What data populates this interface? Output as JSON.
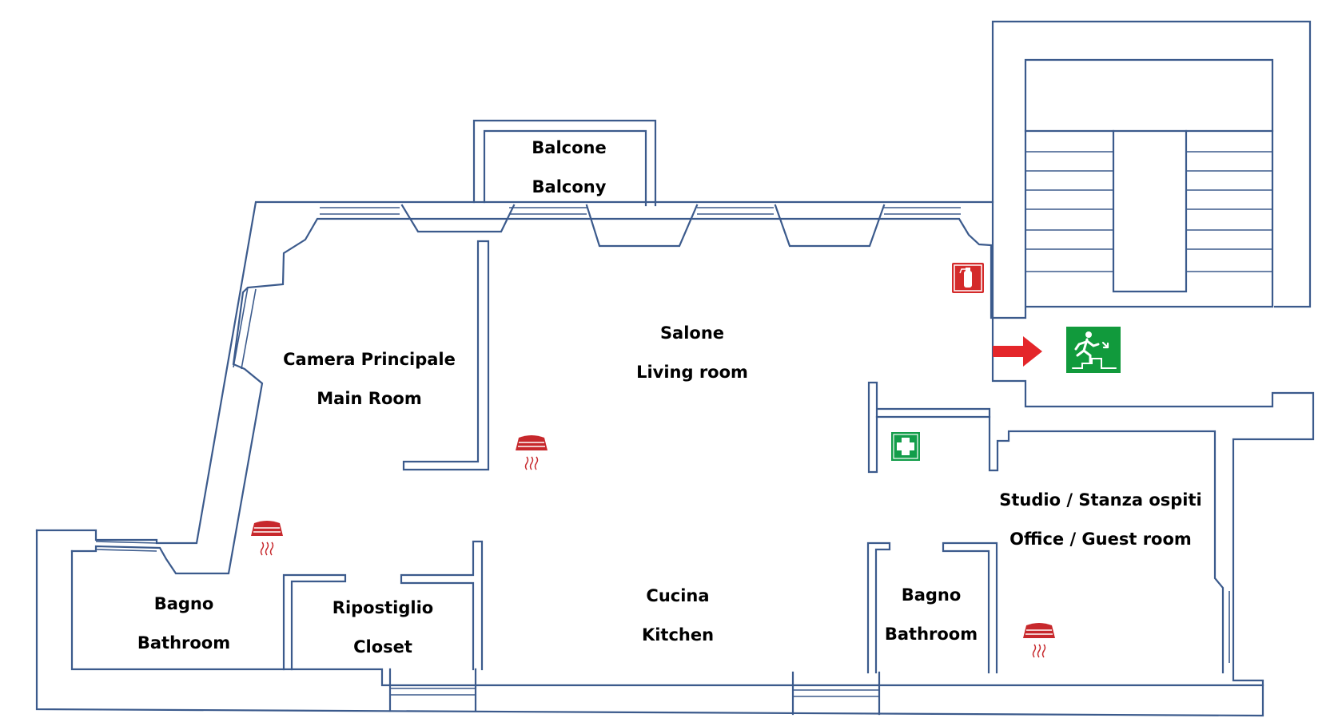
{
  "colors": {
    "wall": "#3b5a8c",
    "label": "#000000",
    "fire_red": "#d42a2a",
    "arrow_red": "#e4262a",
    "exit_green": "#119a3c",
    "aid_green": "#139d4a",
    "detector_red": "#c7282c",
    "white": "#ffffff"
  },
  "rooms": {
    "balcony": {
      "it": "Balcone",
      "en": "Balcony"
    },
    "main_room": {
      "it": "Camera Principale",
      "en": "Main Room"
    },
    "living_room": {
      "it": "Salone",
      "en": "Living room"
    },
    "office": {
      "it": "Studio / Stanza ospiti",
      "en": "Office / Guest room"
    },
    "bathroom_left": {
      "it": "Bagno",
      "en": "Bathroom"
    },
    "closet": {
      "it": "Ripostiglio",
      "en": "Closet"
    },
    "kitchen": {
      "it": "Cucina",
      "en": "Kitchen"
    },
    "bathroom_right": {
      "it": "Bagno",
      "en": "Bathroom"
    }
  },
  "icons": {
    "fire_extinguisher": "fire-extinguisher-icon",
    "emergency_exit": "emergency-exit-icon",
    "exit_arrow": "exit-direction-arrow-icon",
    "first_aid": "first-aid-icon",
    "smoke_detector": "smoke-detector-icon"
  }
}
